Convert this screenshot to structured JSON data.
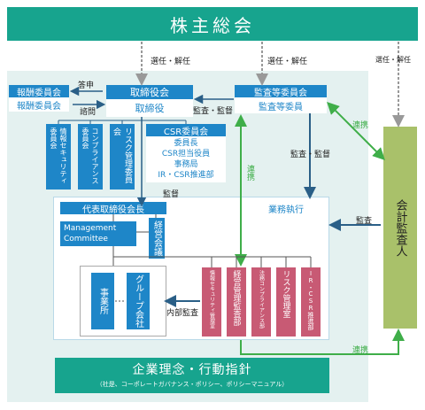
{
  "top": {
    "title": "株主総会"
  },
  "edge_labels": {
    "appoint_dismiss_1": "選任・解任",
    "appoint_dismiss_2": "選任・解任",
    "appoint_dismiss_3_line1": "選任・解任",
    "report": "答申",
    "consult": "諮問",
    "audit_supervise_1": "監査・監督",
    "audit_supervise_2": "監査・監督",
    "supervise": "監督",
    "collaborate_1": "連携",
    "collaborate_2": "連携",
    "collaborate_3": "連携",
    "audit": "監査",
    "internal_audit": "内部監査",
    "business_execution": "業務執行"
  },
  "remuneration": {
    "header": "報酬委員会",
    "body": "報酬委員会"
  },
  "board": {
    "header": "取締役会",
    "body": "取締役"
  },
  "audit_committee": {
    "header": "監査等委員会",
    "body": "監査等委員"
  },
  "committees": {
    "infosec": "情報セキュリティ委員会",
    "compliance": "コンプライアンス委員会",
    "risk": "リスク管理委員会"
  },
  "csr": {
    "header": "CSR委員会",
    "line1": "委員長",
    "line2": "CSR担当役員",
    "line3": "事務局",
    "line4": "IR・CSR推進部"
  },
  "rep_board": {
    "header": "代表取締役会長"
  },
  "mgmt": {
    "line1": "Management",
    "line2": "Committee"
  },
  "mgmt_council": "経営会議",
  "divisions": {
    "jigyo": "事業所",
    "group": "グループ会社"
  },
  "pink_units": {
    "p1": "情報セキュリティ管理室",
    "p2": "経営管理監査部",
    "p3": "法務コンプライアンス部",
    "p4": "リスク管理室",
    "p5": "IR・CSR推進部"
  },
  "auditor": "会計監査人",
  "philosophy": {
    "title": "企業理念・行動指針",
    "subtitle": "（社是、コーポレートガバナンス・ポリシー、ポリシーマニュアル）"
  }
}
